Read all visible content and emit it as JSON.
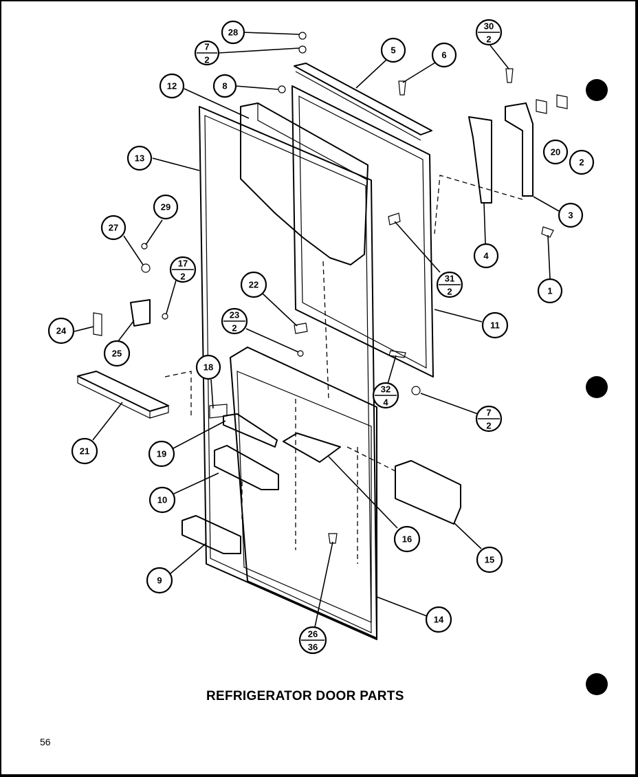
{
  "diagram": {
    "title": "REFRIGERATOR DOOR PARTS",
    "page_number": "56",
    "callouts": [
      {
        "id": "c28",
        "label": "28"
      },
      {
        "id": "c7-2a",
        "num": "7",
        "den": "2"
      },
      {
        "id": "c8",
        "label": "8"
      },
      {
        "id": "c12",
        "label": "12"
      },
      {
        "id": "c5",
        "label": "5"
      },
      {
        "id": "c6",
        "label": "6"
      },
      {
        "id": "c30-2",
        "num": "30",
        "den": "2"
      },
      {
        "id": "c20",
        "label": "20"
      },
      {
        "id": "c2",
        "label": "2"
      },
      {
        "id": "c13",
        "label": "13"
      },
      {
        "id": "c3",
        "label": "3"
      },
      {
        "id": "c29",
        "label": "29"
      },
      {
        "id": "c27",
        "label": "27"
      },
      {
        "id": "c4",
        "label": "4"
      },
      {
        "id": "c1",
        "label": "1"
      },
      {
        "id": "c31-2",
        "num": "31",
        "den": "2"
      },
      {
        "id": "c17-2",
        "num": "17",
        "den": "2"
      },
      {
        "id": "c22",
        "label": "22"
      },
      {
        "id": "c11",
        "label": "11"
      },
      {
        "id": "c23-2",
        "num": "23",
        "den": "2"
      },
      {
        "id": "c24",
        "label": "24"
      },
      {
        "id": "c25",
        "label": "25"
      },
      {
        "id": "c18",
        "label": "18"
      },
      {
        "id": "c32-4",
        "num": "32",
        "den": "4"
      },
      {
        "id": "c7-2b",
        "num": "7",
        "den": "2"
      },
      {
        "id": "c21",
        "label": "21"
      },
      {
        "id": "c19",
        "label": "19"
      },
      {
        "id": "c10",
        "label": "10"
      },
      {
        "id": "c16",
        "label": "16"
      },
      {
        "id": "c15",
        "label": "15"
      },
      {
        "id": "c9",
        "label": "9"
      },
      {
        "id": "c14",
        "label": "14"
      },
      {
        "id": "c26-36",
        "num": "26",
        "den": "36"
      }
    ]
  }
}
